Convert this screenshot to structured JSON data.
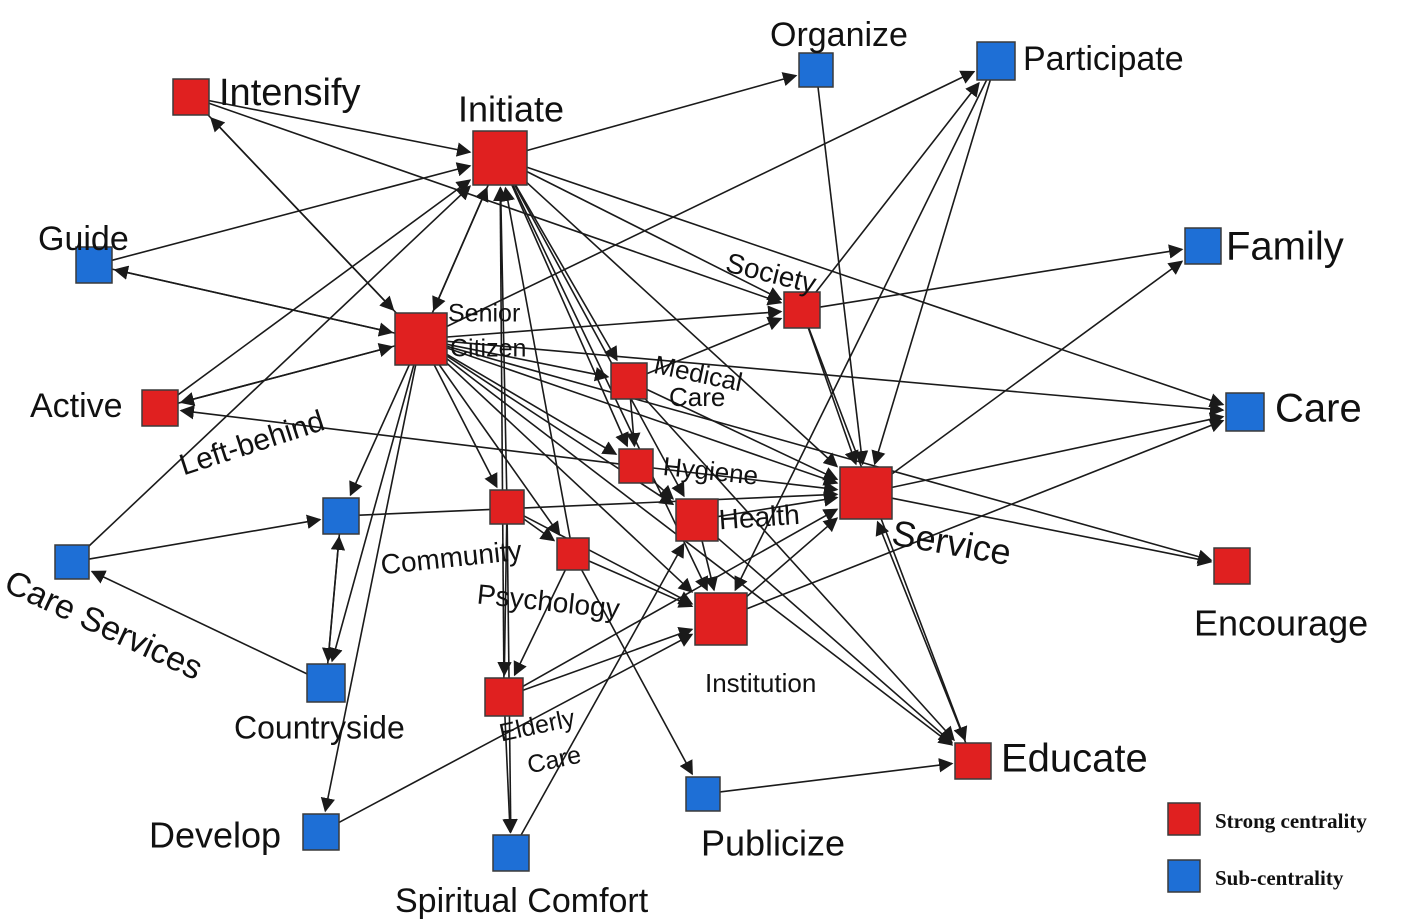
{
  "colors": {
    "strong": "#e02020",
    "sub": "#1e6fd6",
    "edge": "#1a1a1a"
  },
  "legend": {
    "strong_label": "Strong centrality",
    "sub_label": "Sub-centrality"
  },
  "nodes": [
    {
      "id": "intensify",
      "label": "Intensify",
      "group": "strong"
    },
    {
      "id": "initiate",
      "label": "Initiate",
      "group": "strong"
    },
    {
      "id": "organize",
      "label": "Organize",
      "group": "sub"
    },
    {
      "id": "participate",
      "label": "Participate",
      "group": "sub"
    },
    {
      "id": "guide",
      "label": "Guide",
      "group": "sub"
    },
    {
      "id": "family",
      "label": "Family",
      "group": "sub"
    },
    {
      "id": "society",
      "label": "Society",
      "group": "strong"
    },
    {
      "id": "senior",
      "label": "Senior Citizen",
      "group": "strong"
    },
    {
      "id": "active",
      "label": "Active",
      "group": "strong"
    },
    {
      "id": "medical",
      "label": "Medical Care",
      "group": "strong"
    },
    {
      "id": "care",
      "label": "Care",
      "group": "sub"
    },
    {
      "id": "hygiene",
      "label": "Hygiene",
      "group": "strong"
    },
    {
      "id": "leftbehind",
      "label": "Left-behind",
      "group": "sub"
    },
    {
      "id": "service",
      "label": "Service",
      "group": "strong"
    },
    {
      "id": "community",
      "label": "Community",
      "group": "strong"
    },
    {
      "id": "health",
      "label": "Health",
      "group": "strong"
    },
    {
      "id": "careservices",
      "label": "Care Services",
      "group": "sub"
    },
    {
      "id": "psychology",
      "label": "Psychology",
      "group": "strong"
    },
    {
      "id": "encourage",
      "label": "Encourage",
      "group": "strong"
    },
    {
      "id": "institution",
      "label": "Institution",
      "group": "strong"
    },
    {
      "id": "countryside",
      "label": "Countryside",
      "group": "sub"
    },
    {
      "id": "elderlycare",
      "label": "Elderly Care",
      "group": "strong"
    },
    {
      "id": "educate",
      "label": "Educate",
      "group": "strong"
    },
    {
      "id": "develop",
      "label": "Develop",
      "group": "sub"
    },
    {
      "id": "publicize",
      "label": "Publicize",
      "group": "sub"
    },
    {
      "id": "spiritual",
      "label": "Spiritual Comfort",
      "group": "sub"
    }
  ],
  "edges": [
    [
      "intensify",
      "initiate"
    ],
    [
      "intensify",
      "senior"
    ],
    [
      "senior",
      "intensify"
    ],
    [
      "intensify",
      "society"
    ],
    [
      "initiate",
      "organize"
    ],
    [
      "guide",
      "initiate"
    ],
    [
      "senior",
      "guide"
    ],
    [
      "guide",
      "senior"
    ],
    [
      "senior",
      "initiate"
    ],
    [
      "initiate",
      "senior"
    ],
    [
      "active",
      "initiate"
    ],
    [
      "senior",
      "active"
    ],
    [
      "active",
      "senior"
    ],
    [
      "initiate",
      "society"
    ],
    [
      "initiate",
      "medical"
    ],
    [
      "initiate",
      "hygiene"
    ],
    [
      "initiate",
      "health"
    ],
    [
      "initiate",
      "service"
    ],
    [
      "initiate",
      "institution"
    ],
    [
      "initiate",
      "care"
    ],
    [
      "community",
      "initiate"
    ],
    [
      "careservices",
      "initiate"
    ],
    [
      "elderlycare",
      "initiate"
    ],
    [
      "psychology",
      "initiate"
    ],
    [
      "society",
      "participate"
    ],
    [
      "senior",
      "participate"
    ],
    [
      "senior",
      "society"
    ],
    [
      "society",
      "family"
    ],
    [
      "society",
      "service"
    ],
    [
      "society",
      "educate"
    ],
    [
      "medical",
      "society"
    ],
    [
      "organize",
      "service"
    ],
    [
      "participate",
      "service"
    ],
    [
      "participate",
      "institution"
    ],
    [
      "senior",
      "medical"
    ],
    [
      "senior",
      "care"
    ],
    [
      "senior",
      "hygiene"
    ],
    [
      "senior",
      "community"
    ],
    [
      "senior",
      "service"
    ],
    [
      "senior",
      "health"
    ],
    [
      "senior",
      "institution"
    ],
    [
      "senior",
      "leftbehind"
    ],
    [
      "senior",
      "countryside"
    ],
    [
      "senior",
      "develop"
    ],
    [
      "senior",
      "psychology"
    ],
    [
      "senior",
      "educate"
    ],
    [
      "medical",
      "hygiene"
    ],
    [
      "hygiene",
      "health"
    ],
    [
      "hygiene",
      "service"
    ],
    [
      "hygiene",
      "active"
    ],
    [
      "medical",
      "service"
    ],
    [
      "medical",
      "educate"
    ],
    [
      "health",
      "service"
    ],
    [
      "health",
      "institution"
    ],
    [
      "health",
      "educate"
    ],
    [
      "community",
      "institution"
    ],
    [
      "community",
      "psychology"
    ],
    [
      "community",
      "elderlycare"
    ],
    [
      "psychology",
      "institution"
    ],
    [
      "psychology",
      "publicize"
    ],
    [
      "careservices",
      "leftbehind"
    ],
    [
      "countryside",
      "careservices"
    ],
    [
      "countryside",
      "leftbehind"
    ],
    [
      "leftbehind",
      "countryside"
    ],
    [
      "leftbehind",
      "service"
    ],
    [
      "service",
      "family"
    ],
    [
      "service",
      "care"
    ],
    [
      "service",
      "encourage"
    ],
    [
      "institution",
      "care"
    ],
    [
      "institution",
      "service"
    ],
    [
      "elderlycare",
      "service"
    ],
    [
      "elderlycare",
      "institution"
    ],
    [
      "spiritual",
      "health"
    ],
    [
      "develop",
      "institution"
    ],
    [
      "educate",
      "service"
    ],
    [
      "publicize",
      "educate"
    ],
    [
      "senior",
      "encourage"
    ],
    [
      "elderlycare",
      "spiritual"
    ],
    [
      "community",
      "spiritual"
    ],
    [
      "psychology",
      "elderlycare"
    ]
  ]
}
